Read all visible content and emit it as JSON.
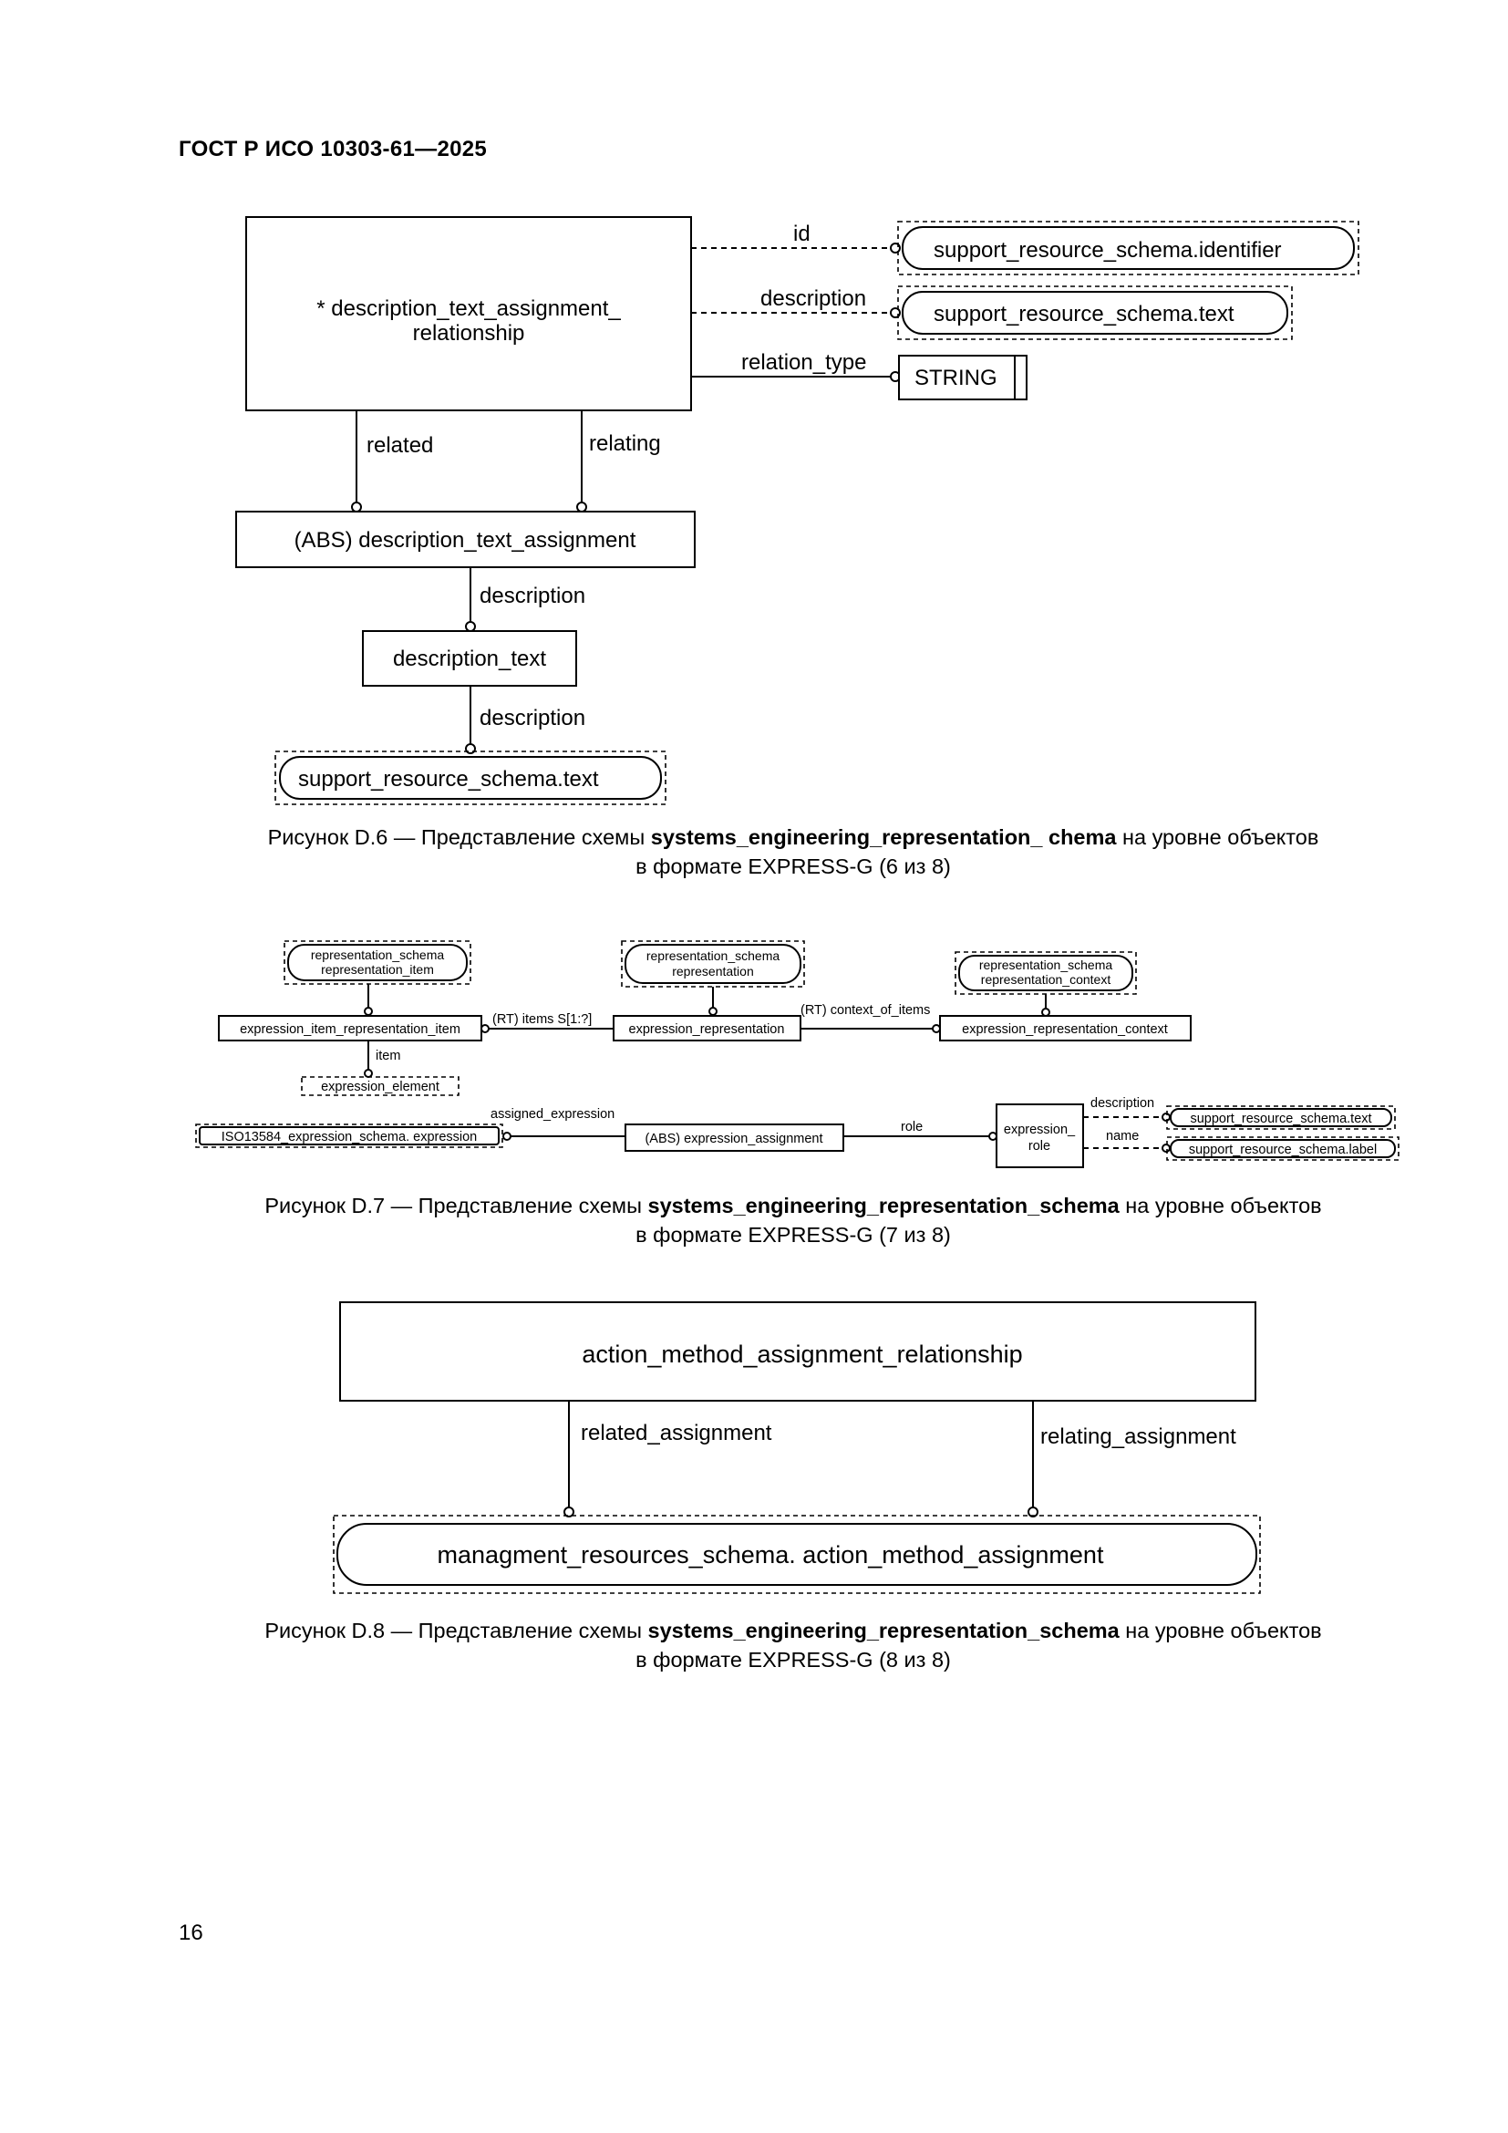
{
  "header": "ГОСТ Р ИСО 10303-61—2025",
  "page_number": "16",
  "fig6": {
    "main_entity_line1": "* description_text_assignment_",
    "main_entity_line2": "relationship",
    "attr_id": "id",
    "attr_description_1": "description",
    "attr_relation_type": "relation_type",
    "ref_identifier": "support_resource_schema.identifier",
    "ref_text_1": "support_resource_schema.text",
    "type_string": "STRING",
    "attr_related": "related",
    "attr_relating": "relating",
    "entity_abs": "(ABS) description_text_assignment",
    "attr_description_2": "description",
    "entity_description_text": "description_text",
    "attr_description_3": "description",
    "ref_text_2": "support_resource_schema.text",
    "caption_prefix": "Рисунок D.6 — Представление схемы ",
    "caption_bold": "systems_engineering_representation_ chema",
    "caption_suffix": " на уровне объектов",
    "caption_line2": "в  формате EXPRESS-G (6 из 8)"
  },
  "fig7": {
    "ref_rep_item_line1": "representation_schema",
    "ref_rep_item_line2": "representation_item",
    "ref_rep_line1": "representation_schema",
    "ref_rep_line2": "representation",
    "ref_rep_ctx_line1": "representation_schema",
    "ref_rep_ctx_line2": "representation_context",
    "entity_eiri": "expression_item_representation_item",
    "attr_items": "(RT) items S[1:?]",
    "entity_er": "expression_representation",
    "attr_context": "(RT) context_of_items",
    "entity_erc": "expression_representation_context",
    "attr_item": "item",
    "ref_expression_element": "expression_element",
    "attr_assigned_expression": "assigned_expression",
    "ref_iso_expression": "ISO13584_expression_schema. expression",
    "entity_abs_ea": "(ABS) expression_assignment",
    "attr_role": "role",
    "entity_role_line1": "expression_",
    "entity_role_line2": "role",
    "attr_description": "description",
    "attr_name": "name",
    "ref_srs_text": "support_resource_schema.text",
    "ref_srs_label": "support_resource_schema.label",
    "caption_prefix": "Рисунок D.7 — Представление схемы ",
    "caption_bold": "systems_engineering_representation_schema",
    "caption_suffix": " на уровне объектов",
    "caption_line2": "в  формате EXPRESS-G (7 из 8)"
  },
  "fig8": {
    "main_entity": "action_method_assignment_relationship",
    "attr_related": "related_assignment",
    "attr_relating": "relating_assignment",
    "ref_entity": "managment_resources_schema. action_method_assignment",
    "caption_prefix": "Рисунок D.8 — Представление схемы ",
    "caption_bold": "systems_engineering_representation_schema",
    "caption_suffix": " на уровне объектов",
    "caption_line2": "в  формате EXPRESS-G (8 из 8)"
  }
}
